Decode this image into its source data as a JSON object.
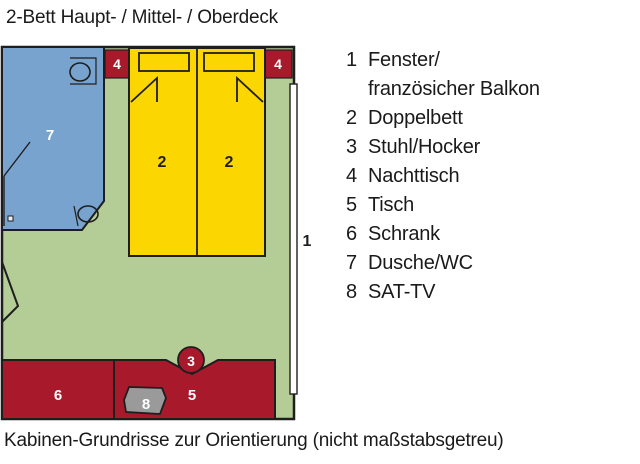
{
  "title": "2-Bett Haupt- / Mittel- / Oberdeck",
  "caption": "Kabinen-Grundrisse zur Orientierung (nicht maßstabsgetreu)",
  "legend": [
    {
      "num": "1",
      "line1": "Fenster/",
      "line2": "französicher Balkon"
    },
    {
      "num": "2",
      "line1": "Doppelbett"
    },
    {
      "num": "3",
      "line1": "Stuhl/Hocker"
    },
    {
      "num": "4",
      "line1": "Nachttisch"
    },
    {
      "num": "5",
      "line1": "Tisch"
    },
    {
      "num": "6",
      "line1": "Schrank"
    },
    {
      "num": "7",
      "line1": "Dusche/WC"
    },
    {
      "num": "8",
      "line1": "SAT-TV"
    }
  ],
  "plan_labels": {
    "window": "1",
    "bed_left": "2",
    "bed_right": "2",
    "chair": "3",
    "nightstand_left": "4",
    "nightstand_right": "4",
    "table": "5",
    "wardrobe": "6",
    "bathroom": "7",
    "tv": "8"
  },
  "colors": {
    "floor": "#b4cc96",
    "bathroom": "#79a3cf",
    "bed": "#fbd600",
    "furniture": "#a8192c",
    "tv": "#9a9a9a",
    "outline": "#1e1e1e"
  }
}
